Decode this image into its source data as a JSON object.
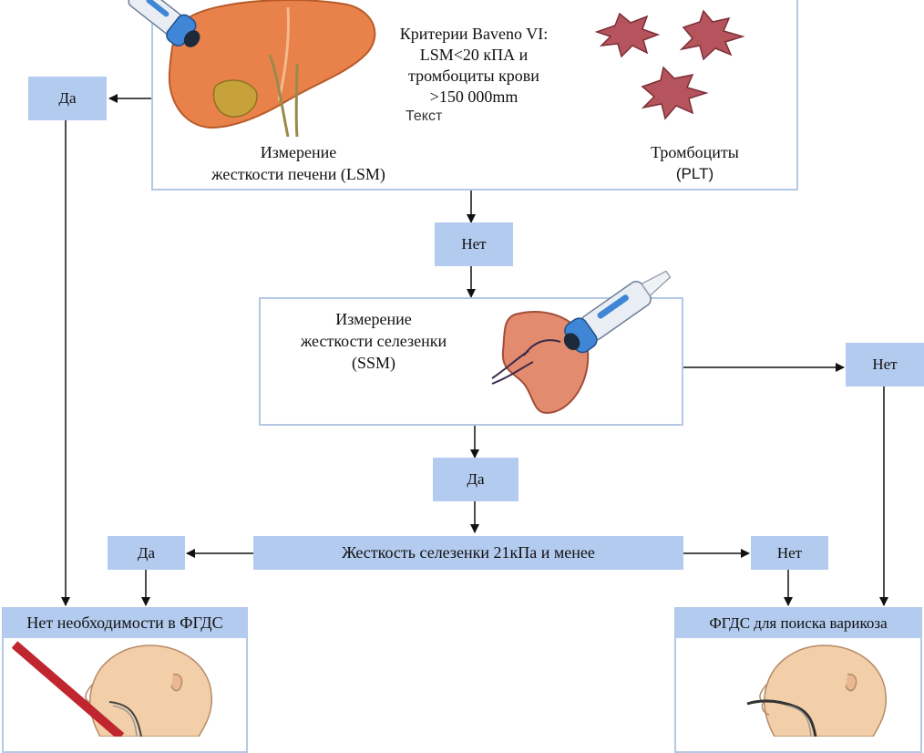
{
  "top_box": {
    "criteria_text": "Критерии Baveno VI:\nLSM<20 кПА и\nтромбоциты крови\n>150 000mm",
    "placeholder_text": "Текст",
    "liver_caption": "Измерение\nжесткости печени (LSM)",
    "platelets_caption_line1": "Тромбоциты",
    "platelets_caption_line2": "(PLT)"
  },
  "labels": {
    "yes_top_left": "Да",
    "no_after_top": "Нет",
    "no_right_spleen": "Нет",
    "yes_after_spleen": "Да",
    "yes_bottom_left": "Да",
    "no_bottom_mid": "Нет"
  },
  "spleen_box": {
    "caption": "Измерение\nжесткости селезенки\n(SSM)"
  },
  "threshold_bar": {
    "text": "Жесткость селезенки 21кПа и менее"
  },
  "outcomes": {
    "no_egd": "Нет необходимости в ФГДС",
    "egd_varices": "ФГДС для поиска варикоза"
  },
  "colors": {
    "label_fill": "#b3cbee",
    "frame_border": "#b4c8e6",
    "liver": "#e8824a",
    "platelet": "#b5545c",
    "probe_blue": "#3f86d6",
    "strike_red": "#c0262f"
  },
  "icons": [
    "liver-icon",
    "probe-icon",
    "platelet-icon",
    "spleen-icon",
    "head-profile-icon",
    "strike-icon"
  ]
}
